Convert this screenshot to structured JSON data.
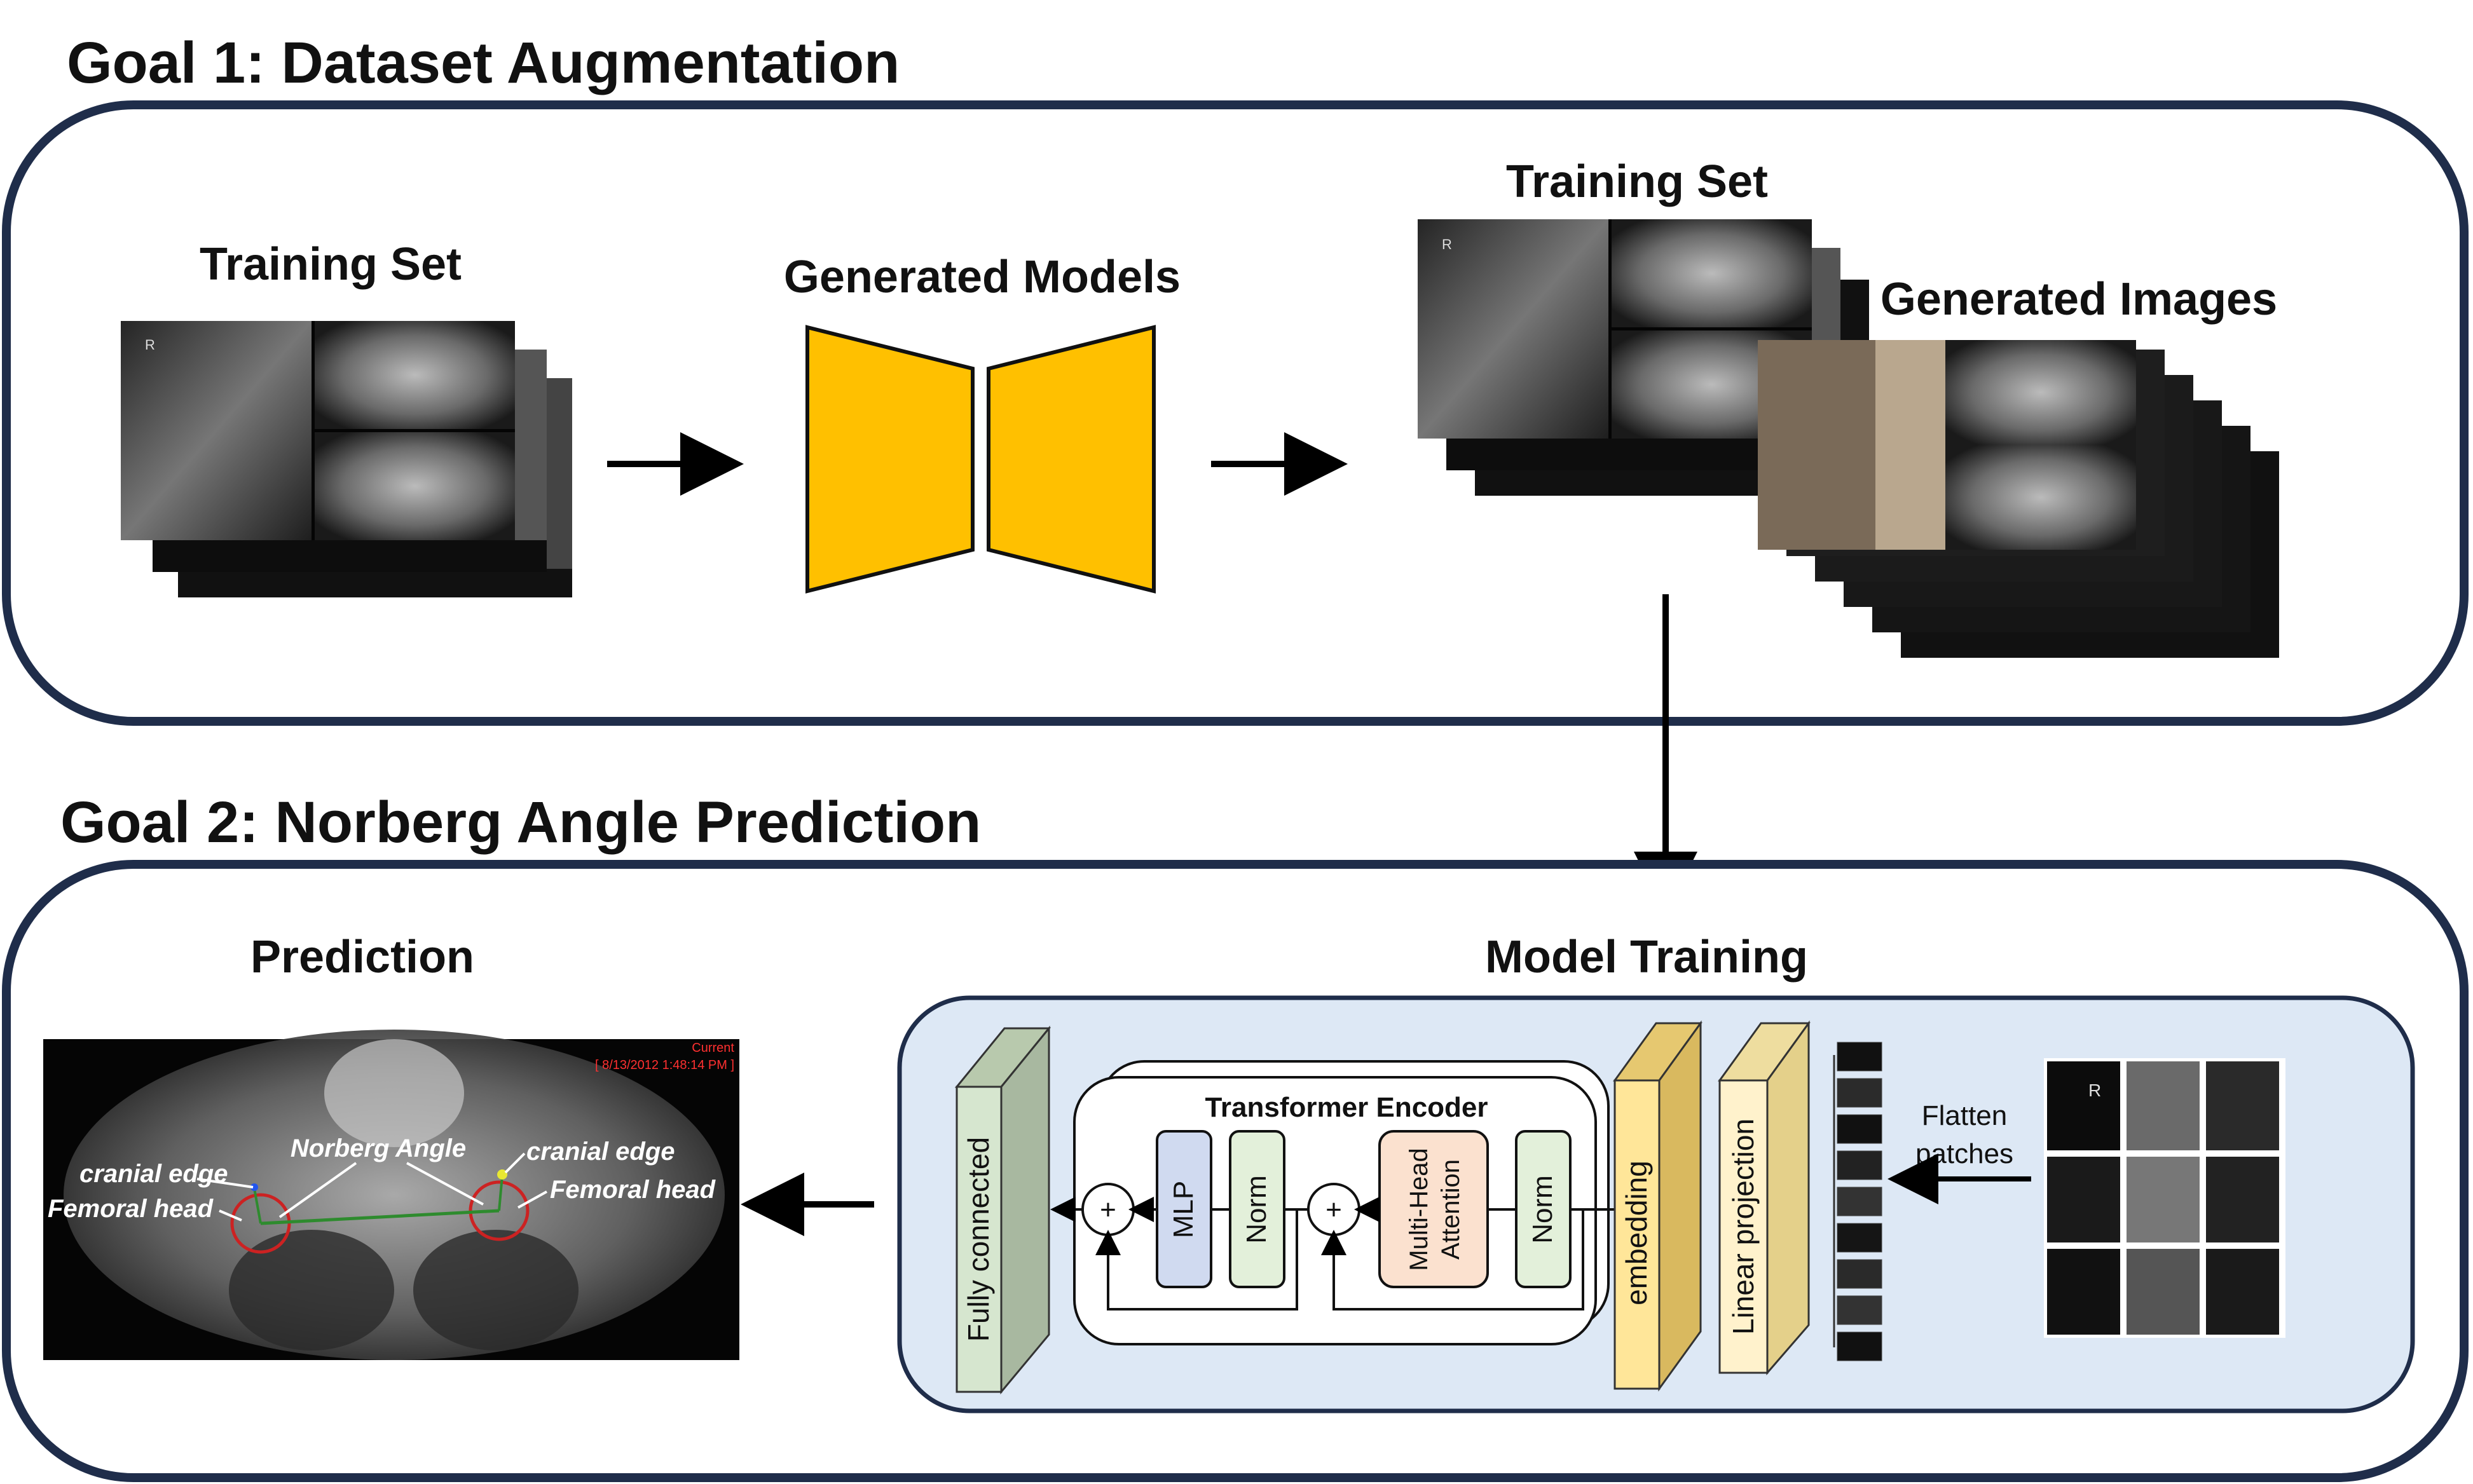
{
  "goal1": {
    "title": "Goal 1: Dataset Augmentation"
  },
  "goal2": {
    "title": "Goal 2: Norberg Angle Prediction"
  },
  "augmentation": {
    "training_set_label": "Training Set",
    "generated_models_label": "Generated Models",
    "combined_training_set_label": "Training Set",
    "generated_images_label": "Generated Images"
  },
  "prediction": {
    "title": "Prediction",
    "xray_timestamp_line1": "Current",
    "xray_timestamp_line2": "[ 8/13/2012 1:48:14 PM ]",
    "annotations": {
      "norberg_angle": "Norberg Angle",
      "cranial_edge_left": "cranial edge",
      "femoral_head_left": "Femoral head",
      "cranial_edge_right": "cranial edge",
      "femoral_head_right": "Femoral head"
    }
  },
  "model_training": {
    "title": "Model Training",
    "transformer_encoder_label": "Transformer Encoder",
    "fully_connected_label": "Fully connected",
    "mlp_label": "MLP",
    "norm_label_1": "Norm",
    "multi_head_attention_line1": "Multi-Head",
    "multi_head_attention_line2": "Attention",
    "norm_label_2": "Norm",
    "embedding_label": "embedding",
    "linear_projection_label": "Linear projection",
    "flatten_patches_line1": "Flatten",
    "flatten_patches_line2": "patches",
    "plus_symbol": "+",
    "xray_marker": "R"
  },
  "colors": {
    "panel_border": "#1f2d4a",
    "generator_fill": "#ffc000",
    "model_training_bg": "#dde8f5",
    "fully_connected_fill": "#d6e6cf",
    "mlp_fill": "#d0daf0",
    "norm_fill": "#e3f0da",
    "attention_fill": "#fbe1cf",
    "embedding_fill": "#ffe699",
    "linear_projection_fill": "#fff2cc",
    "femoral_circle": "#cc2222",
    "norberg_line": "#2e8b2e"
  }
}
